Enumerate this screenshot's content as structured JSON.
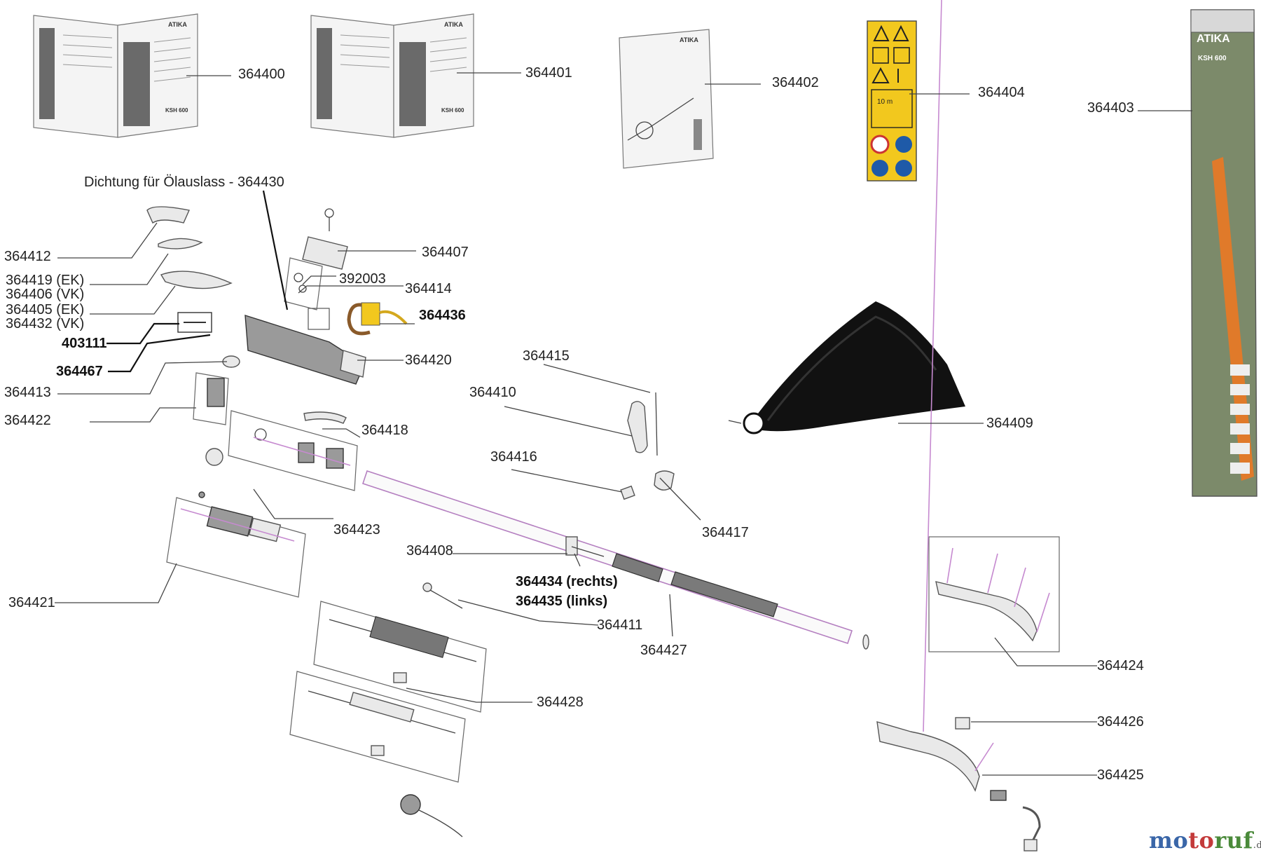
{
  "header_label": "Dichtung für Ölauslass - 364430",
  "parts": {
    "p364400": "364400",
    "p364401": "364401",
    "p364402": "364402",
    "p364404": "364404",
    "p364403": "364403",
    "p364412": "364412",
    "p364419": "364419 (EK)",
    "p364406": "364406 (VK)",
    "p364405": "364405 (EK)",
    "p364432": "364432 (VK)",
    "p403111": "403111",
    "p364467": "364467",
    "p364413": "364413",
    "p364422": "364422",
    "p364421": "364421",
    "p364407": "364407",
    "p392003": "392003",
    "p364414": "364414",
    "p364436": "364436",
    "p364420": "364420",
    "p364418": "364418",
    "p364423": "364423",
    "p364415": "364415",
    "p364410": "364410",
    "p364416": "364416",
    "p364417": "364417",
    "p364409": "364409",
    "p364408": "364408",
    "p364434": "364434 (rechts)",
    "p364435": "364435 (links)",
    "p364411": "364411",
    "p364427": "364427",
    "p364428": "364428",
    "p364424": "364424",
    "p364426": "364426",
    "p364425": "364425"
  },
  "manual_brand": "ATIKA",
  "manual_model": "KSH 600",
  "warning_distance": "10 m",
  "logo": {
    "part1": "mo",
    "part2": "to",
    "part3": "ruf",
    "tld": ".de"
  },
  "colors": {
    "accent_pink": "#c68ad0",
    "label_yellow": "#f2c81e",
    "orange": "#e07a2a",
    "logo_blue": "#3a66a8",
    "logo_red": "#c33a3a",
    "logo_green": "#4a8a3a"
  }
}
